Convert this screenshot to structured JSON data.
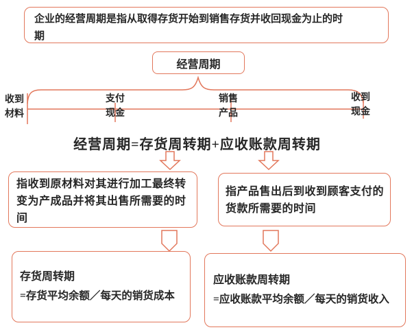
{
  "colors": {
    "accent": "#e2765a",
    "text": "#262626",
    "background": "#ffffff"
  },
  "definition_box": {
    "text": "企业的经营周期是指从取得存货开始到销售存货并收回现金为止的时\n期"
  },
  "cycle_box": {
    "label": "经营周期"
  },
  "timeline": {
    "labels": [
      {
        "text": "收到\n材料"
      },
      {
        "text": "支付\n现金"
      },
      {
        "text": "销售\n产品"
      },
      {
        "text": "收到\n现金"
      }
    ]
  },
  "formula": {
    "text": "经营周期=存货周转期+应收账款周转期"
  },
  "inventory_branch": {
    "description": "指收到原材料对其进行加工最终转\n变为产成品并将其出售所需要的时\n间",
    "title": "存货周转期",
    "formula": "=存货平均余额／每天的销货成本"
  },
  "receivables_branch": {
    "description": "指产品售出后到收到顾客支付的\n货款所需要的时间",
    "title": "应收账款周转期",
    "formula": "=应收账款平均余额／每天的销货收入"
  }
}
